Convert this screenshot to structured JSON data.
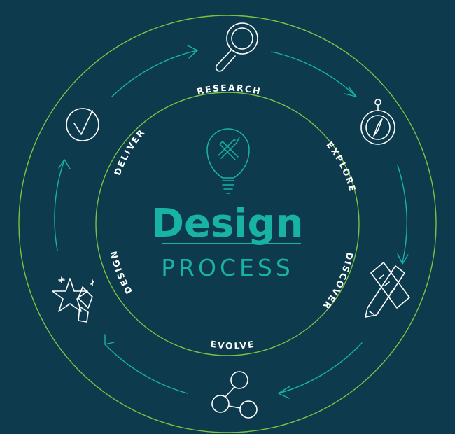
{
  "diagram": {
    "title": "Design",
    "subtitle": "PROCESS",
    "stages": [
      {
        "label": "RESEARCH",
        "icon": "magnifier-icon"
      },
      {
        "label": "EXPLORE",
        "icon": "compass-icon"
      },
      {
        "label": "DISCOVER",
        "icon": "pencil-ruler-icon"
      },
      {
        "label": "EVOLVE",
        "icon": "share-nodes-icon"
      },
      {
        "label": "DESIGN",
        "icon": "pen-nib-star-icon"
      },
      {
        "label": "DELIVER",
        "icon": "checkmark-circle-icon"
      }
    ],
    "center_icon": "lightbulb-pencil-brush-icon"
  },
  "colors": {
    "background": "#0d3a4c",
    "accent_teal": "#19b3a6",
    "ring_green": "#7cc242",
    "icon_white": "#ffffff"
  }
}
